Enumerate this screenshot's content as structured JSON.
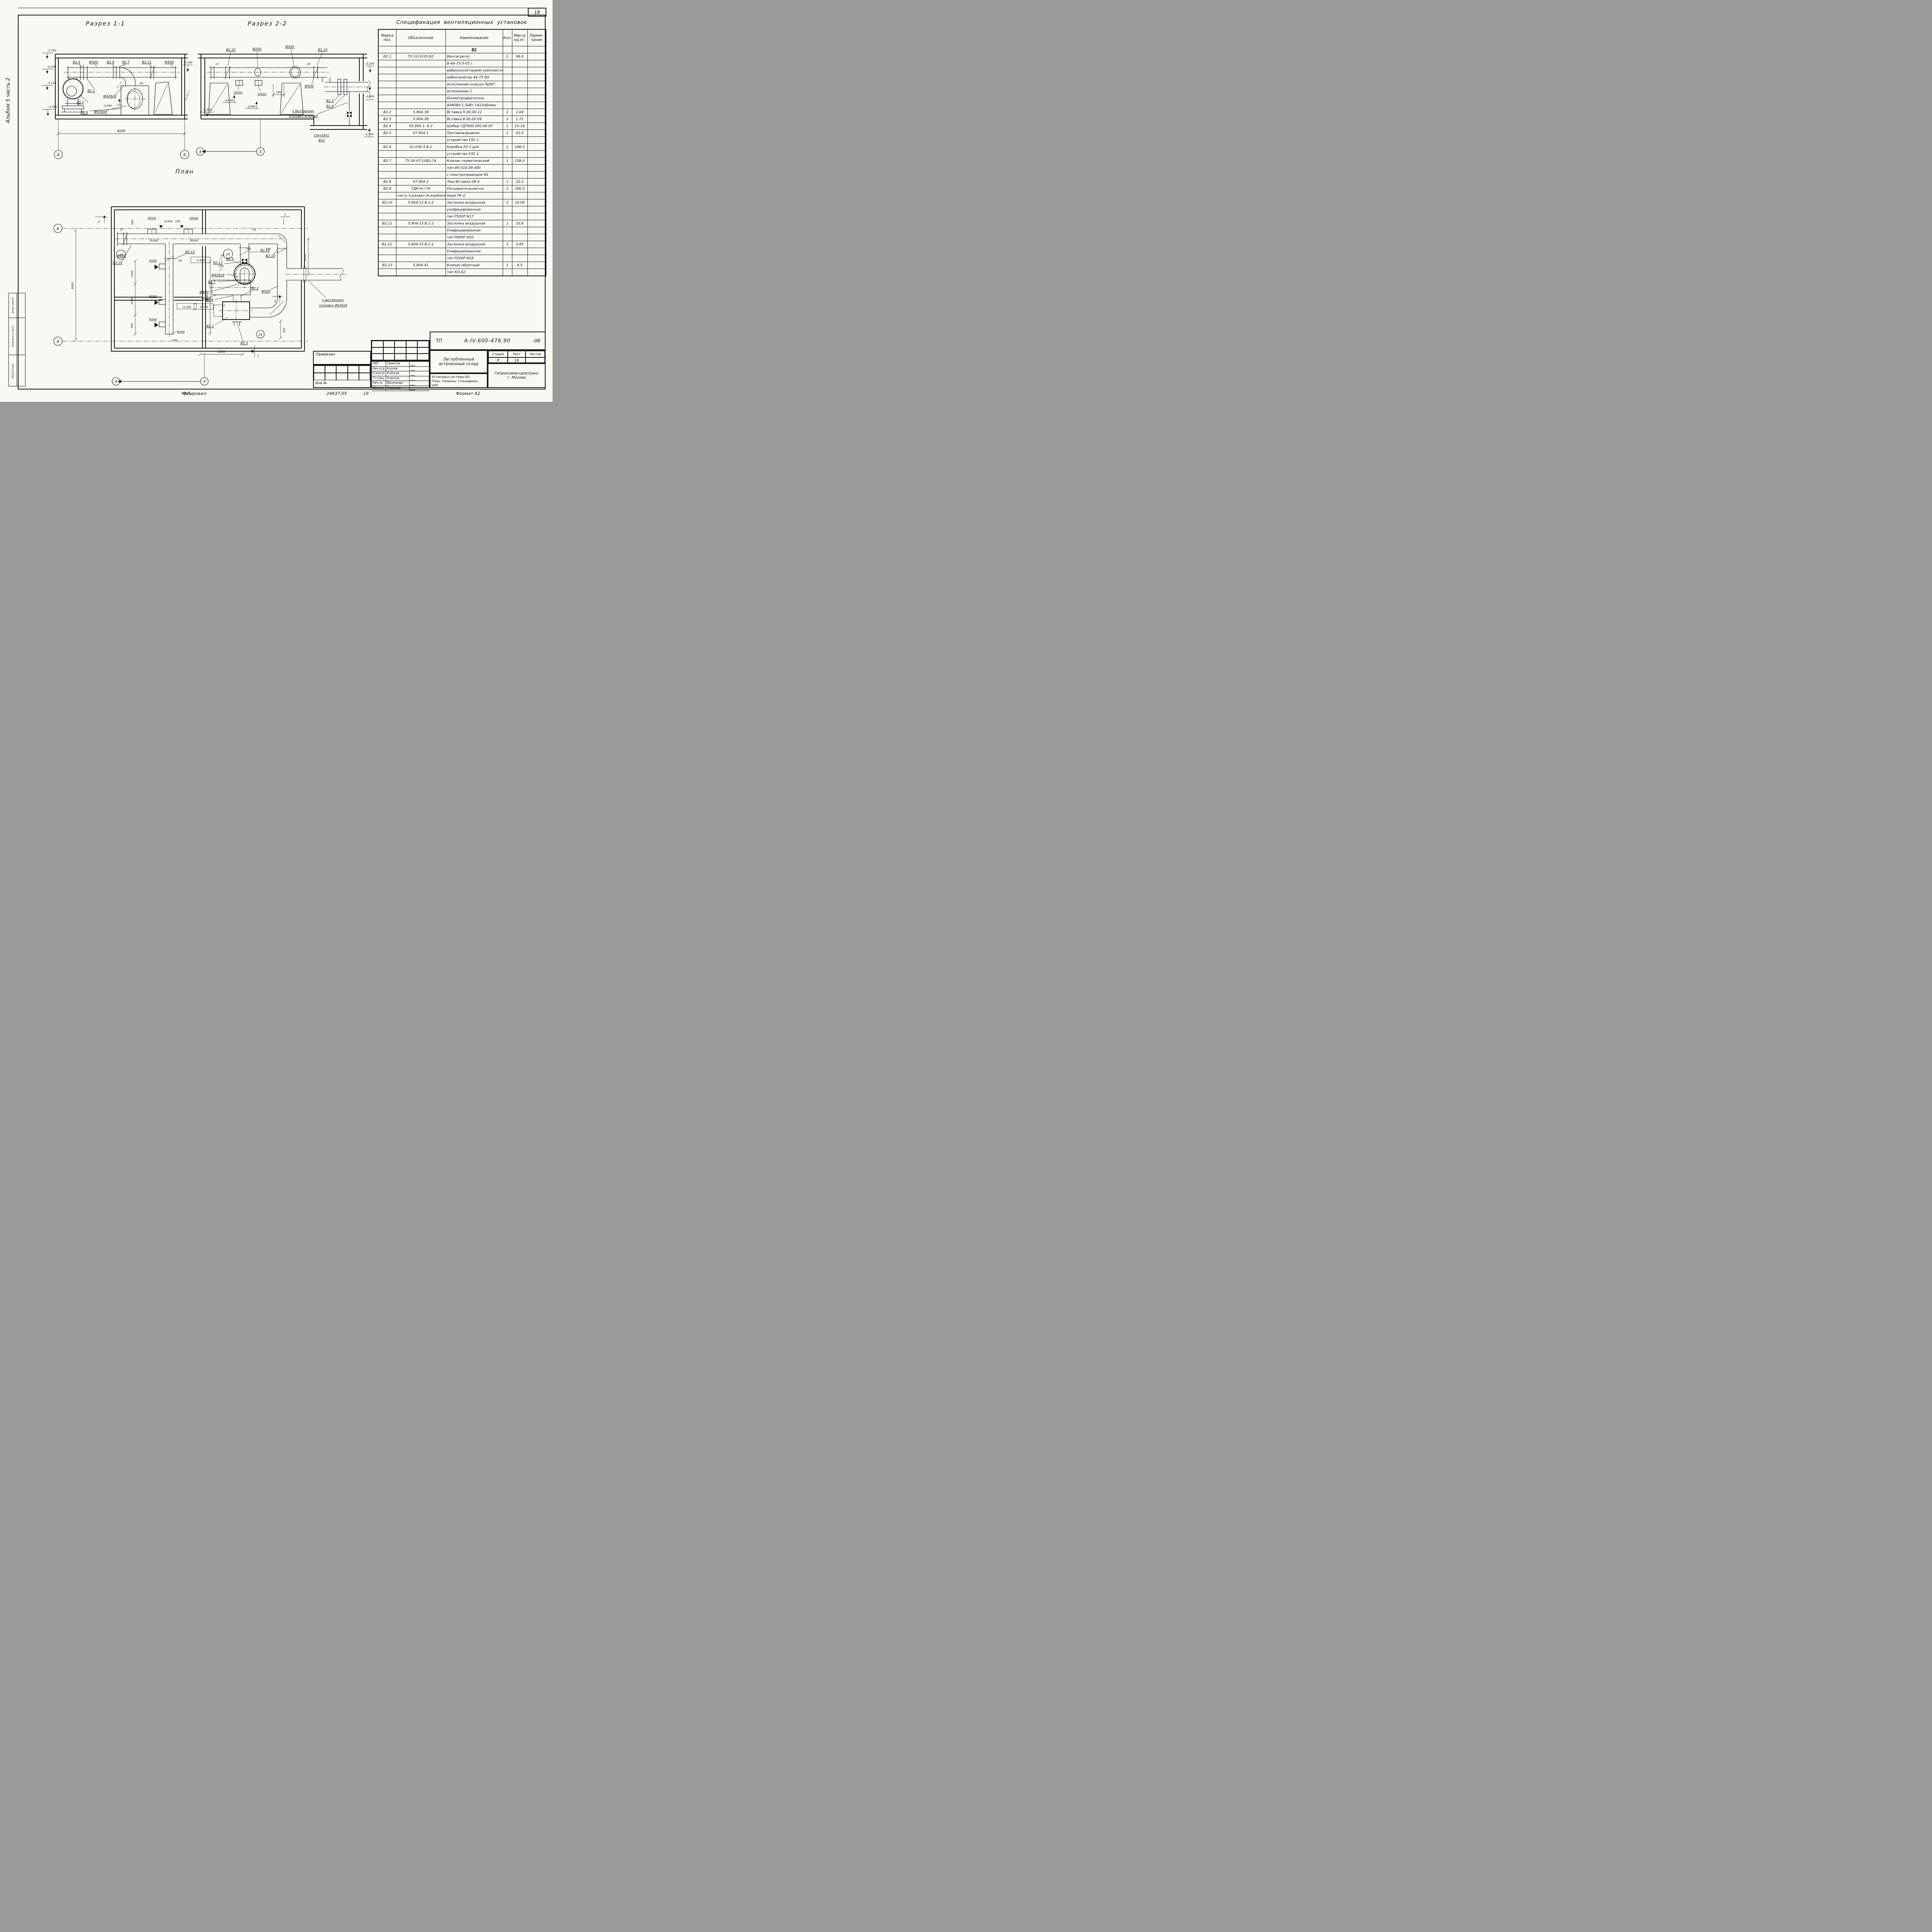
{
  "page": {
    "sheet_no": "18",
    "album": "Альбом 5 часть 2",
    "side_stamp": [
      "Взам. инв.N",
      "Подпись и дата",
      "Инв.N подл."
    ]
  },
  "s1": {
    "title": "Разрез 1-1",
    "labels": {
      "v24": "В2.4",
      "f500a": "Ф500",
      "v28": "В2.8",
      "v27": "В2.7",
      "v211": "В2.11",
      "f500b": "Ф500",
      "e2100": "-2,100",
      "v22": "В2.2",
      "f426": "Ф426х9",
      "n1": "1",
      "n20": "20",
      "v21": "В2.1",
      "e3050": "-3,050",
      "f630": "Ф630х9",
      "v29": "В2.9",
      "e1750": "-1,750",
      "e2430": "-2,430",
      "e3110": "-3,110",
      "e4750": "-4,750",
      "d6000": "6000",
      "axA": "А",
      "axB": "Б"
    }
  },
  "s2": {
    "title": "Разрез 2-2",
    "labels": {
      "n17": "17",
      "v210a": "В2.10",
      "f200": "Ф200",
      "f400": "Ф400",
      "n19": "19",
      "v210b": "В2.10",
      "f500": "Ф500",
      "v25": "В2.5",
      "v26": "В2.6",
      "grA": "2Р200",
      "grB": "2Р200",
      "e2650": "-2,650",
      "e2890": "-2,890",
      "d350": "350",
      "note1": "к Вытяжному",
      "note2": "оголовку Ф 630х9",
      "vt1": "15кч18п1",
      "vt2": "Ф15",
      "e2100": "-2,100",
      "e3050": "-3,050",
      "e4750": "-4,750",
      "e4550": "-4,550",
      "m4": "4",
      "m5": "5"
    }
  },
  "plan": {
    "title": "План",
    "labels": {
      "d500top": "500",
      "grTopA": "2Р200",
      "d4x400": "4х400",
      "d150": "150",
      "grTopB": "2Р200",
      "n17": "17",
      "grA": "2Р200",
      "grB": "2Р200",
      "n19": "19",
      "f500l": "Ф500",
      "v210l": "В2.10",
      "v212": "В2.12",
      "n18": "18",
      "e4550": "-4,550",
      "f160a": "Ф160",
      "f160b": "Ф160",
      "f160c": "Ф160",
      "d1200l": "1200",
      "d1000": "1000",
      "d500l": "500",
      "e4350": "-4,350",
      "f200": "Ф200",
      "d200": "200",
      "d1700": "1700",
      "d350m": "350",
      "r25": "25",
      "r24": "24",
      "r26": "26",
      "v29": "В2.9",
      "n20": "20",
      "v211": "В2.11",
      "v213": "В2.13",
      "f426": "Ф426х9",
      "v27": "В2.7",
      "f400": "Ф400",
      "v28": "В2.8",
      "n1a": "1",
      "f500m": "Ф500",
      "v22": "В2.2",
      "v21": "В2.1",
      "v23": "В2.3",
      "e4750": "-4,750",
      "v210r": "В2.10",
      "d750": "750",
      "d350r": "350",
      "d2150": "2150",
      "noteR1": "к вытяжному",
      "noteR2": "оголовку Ф630х9",
      "f500r": "Ф500",
      "d550": "550",
      "d1200b": "1200",
      "s1top": "1",
      "s1bot": "1",
      "s2l": "2",
      "s2r": "2",
      "axA": "А",
      "axB": "Б",
      "m4": "4",
      "m5": "5",
      "d6000": "6000"
    }
  },
  "spec_table": {
    "title": "Спецификация вентиляционных установок",
    "columns": [
      {
        "l1": "Марка",
        "l2": "поз."
      },
      {
        "l1": "Обозначение",
        "l2": ""
      },
      {
        "l1": "Наименование",
        "l2": ""
      },
      {
        "l1": "Кол.",
        "l2": ""
      },
      {
        "l1": "Масса",
        "l2": "ед.кг."
      },
      {
        "l1": "Приме-",
        "l2": "чание"
      }
    ],
    "rows": [
      [
        "",
        "",
        "В2",
        "",
        ""
      ],
      [
        "В2.1",
        "ТУ 22-5335-82",
        "Вентагрегат",
        "1",
        "96.0"
      ],
      [
        "",
        "",
        "В-44-75-5-01 с",
        "",
        ""
      ],
      [
        "",
        "",
        "виброизоляторами комплектно:",
        "",
        ""
      ],
      [
        "",
        "",
        "а)Вентилятор 44-75 N5",
        "",
        ""
      ],
      [
        "",
        "",
        "исполнение кожуха Пр90°,",
        "",
        ""
      ],
      [
        "",
        "",
        "исполнение 1",
        "",
        ""
      ],
      [
        "",
        "",
        "б)электродвигатель",
        "",
        ""
      ],
      [
        "",
        "",
        "4А80В4 1,5кВт 1415об/мин",
        "",
        ""
      ],
      [
        "В2.2",
        "5.904-38",
        "Вставка Н.00.00-11",
        "1",
        "1.64"
      ],
      [
        "В2.3",
        "5.904-38",
        "Вставка 8.00.00-09",
        "1",
        "1.71"
      ],
      [
        "В2.4",
        "05.900-1. В.3",
        "Шибер ГДТ600.000.00-07",
        "1",
        "10.14"
      ],
      [
        "В2.5",
        "07.904-1",
        "Противовзрывное",
        "1",
        "43.0"
      ],
      [
        "",
        "",
        "устройство УЗС-1",
        "",
        ""
      ],
      [
        "В2.6",
        "01.036-5 В.1",
        "Коробка УЗ-3 для",
        "1",
        "186.0"
      ],
      [
        "",
        "",
        "устройства УЗС-1",
        "",
        ""
      ],
      [
        "В2.7",
        "ТУ 26-07-1082-74",
        "Клапан герметический",
        "1",
        "158.0"
      ],
      [
        "",
        "",
        "тип ИА 010.09.400",
        "",
        ""
      ],
      [
        "",
        "",
        "с электроприводом N1",
        "",
        ""
      ],
      [
        "В2.8",
        "07.904-3",
        "Люк-Вставка 08-4",
        "1",
        "22.2"
      ],
      [
        "В2.9",
        "ТДК-Н-I-70",
        "Расширительная ка-",
        "1",
        "190.0"
      ],
      [
        "",
        "часть II,раздел III,альбом3",
        "мера РК-2.",
        "",
        ""
      ],
      [
        "В2.10",
        "5.904-13 В.1-2",
        "Заслонка воздушная",
        "2",
        "16.08"
      ],
      [
        "",
        "",
        "унифицированная",
        "",
        ""
      ],
      [
        "",
        "",
        "тип Р500Р N17",
        "",
        ""
      ],
      [
        "В2.11",
        "5.904-13 В.1-2",
        "Заслонка воздушная",
        "1",
        "10.8"
      ],
      [
        "",
        "",
        "Унифицированная",
        "",
        ""
      ],
      [
        "",
        "",
        "тип Р400Р N20",
        "",
        ""
      ],
      [
        "В2.12.",
        "5.904-13 В.1-2",
        "Заслонка воздушная",
        "1",
        "4.85"
      ],
      [
        "",
        "",
        "Унифицированная",
        "",
        ""
      ],
      [
        "",
        "",
        "тип Р200Р N18",
        "",
        ""
      ],
      [
        "В2.13",
        "5.904-41",
        "Клапан обратный",
        "1",
        "6.5"
      ],
      [
        "",
        "",
        "тип КО-02",
        "",
        ""
      ]
    ]
  },
  "title_block": {
    "doc_prefix": "ТП",
    "doc_code": "А-IV-600-476.90",
    "doc_suffix": "-08",
    "attach_label": "Привязан",
    "inv_label": "Инв №",
    "signers": [
      {
        "role": "ГИП",
        "name": "Самитов"
      },
      {
        "role": "Нач.отд",
        "name": "Козлов"
      },
      {
        "role": "Н.контр",
        "name": "Усенков"
      },
      {
        "role": "Гл.спец",
        "name": "Усенков"
      },
      {
        "role": "Нач.гр.",
        "name": "Васильева"
      },
      {
        "role": "Исполн.",
        "name": "Тарасова"
      }
    ],
    "project_line1": "Заглубленный",
    "project_line2": "встроенный склад",
    "sheet_line1": "Установка системы В2.",
    "sheet_line2": "План. Разрезы. Специфика-",
    "sheet_line3": "ция.",
    "stage_h": [
      "Стадия",
      "Лист",
      "Листов"
    ],
    "stage_v": [
      "Р",
      "16",
      ""
    ],
    "org_line1": "Гипрокоммундортранс",
    "org_line2": "г. Москва",
    "footer": {
      "copy_label": "Копировал:",
      "copy_value": "ФЛ-",
      "order": "24637-05",
      "num": "19",
      "format": "Формат А2"
    }
  }
}
